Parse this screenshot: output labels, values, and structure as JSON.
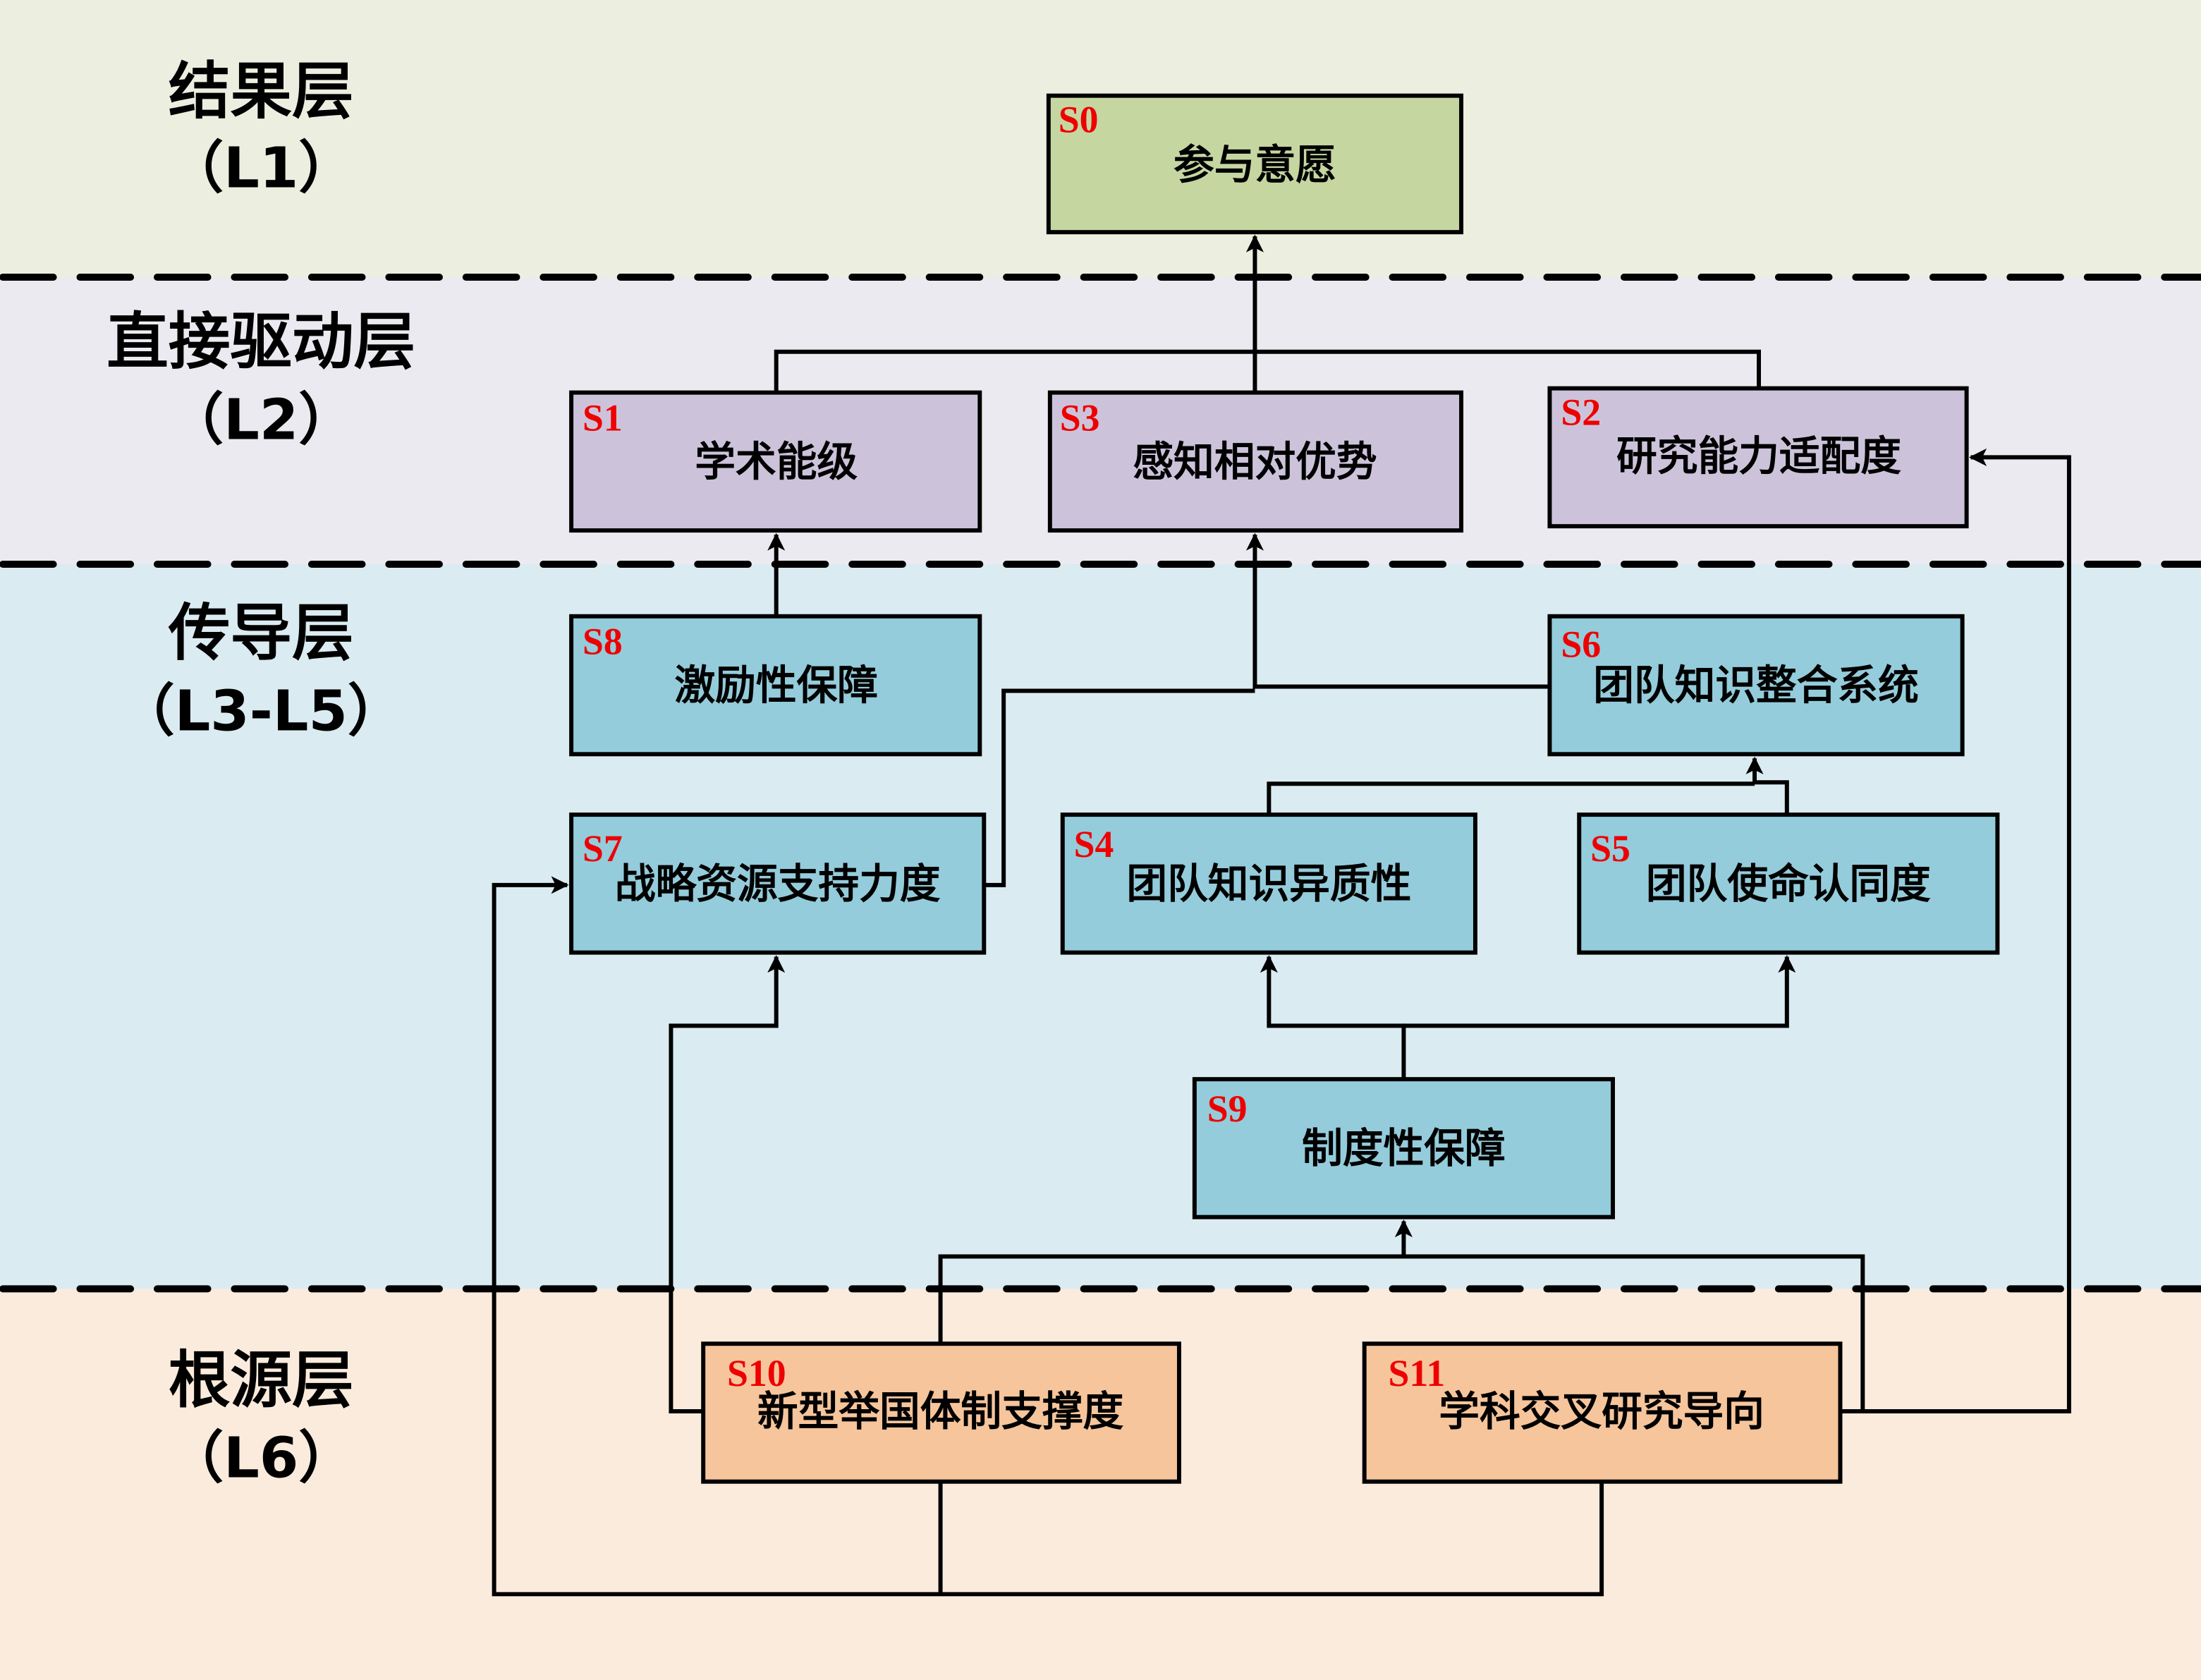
{
  "title": "参与意愿影响因素层级结构图",
  "colors": {
    "band_l1": "#ecefe0",
    "band_l2": "#eceaf1",
    "band_l3": "#dbebf2",
    "band_l6": "#fbebdd",
    "node_result": "#c5d6a1",
    "node_direct": "#ccc3db",
    "node_conduct": "#94ccdb",
    "node_root": "#f6c59c",
    "code_text": "#ee0000"
  },
  "layers": [
    {
      "id": "L1",
      "name": "结果层",
      "level": "（L1）"
    },
    {
      "id": "L2",
      "name": "直接驱动层",
      "level": "（L2）"
    },
    {
      "id": "L3-L5",
      "name": "传导层",
      "level": "（L3-L5）"
    },
    {
      "id": "L6",
      "name": "根源层",
      "level": "（L6）"
    }
  ],
  "nodes": {
    "S0": {
      "code": "S0",
      "label": "参与意愿",
      "layer": "L1"
    },
    "S1": {
      "code": "S1",
      "label": "学术能级",
      "layer": "L2"
    },
    "S2": {
      "code": "S2",
      "label": "研究能力适配度",
      "layer": "L2"
    },
    "S3": {
      "code": "S3",
      "label": "感知相对优势",
      "layer": "L2"
    },
    "S4": {
      "code": "S4",
      "label": "团队知识异质性",
      "layer": "L3-L5"
    },
    "S5": {
      "code": "S5",
      "label": "团队使命认同度",
      "layer": "L3-L5"
    },
    "S6": {
      "code": "S6",
      "label": "团队知识整合系统",
      "layer": "L3-L5"
    },
    "S7": {
      "code": "S7",
      "label": "战略资源支持力度",
      "layer": "L3-L5"
    },
    "S8": {
      "code": "S8",
      "label": "激励性保障",
      "layer": "L3-L5"
    },
    "S9": {
      "code": "S9",
      "label": "制度性保障",
      "layer": "L3-L5"
    },
    "S10": {
      "code": "S10",
      "label": "新型举国体制支撑度",
      "layer": "L6"
    },
    "S11": {
      "code": "S11",
      "label": "学科交叉研究导向",
      "layer": "L6"
    }
  },
  "edges": [
    {
      "from": "S1",
      "to": "S0"
    },
    {
      "from": "S2",
      "to": "S0"
    },
    {
      "from": "S3",
      "to": "S0"
    },
    {
      "from": "S8",
      "to": "S1"
    },
    {
      "from": "S6",
      "to": "S3"
    },
    {
      "from": "S7",
      "to": "S3"
    },
    {
      "from": "S4",
      "to": "S6"
    },
    {
      "from": "S5",
      "to": "S6"
    },
    {
      "from": "S9",
      "to": "S4"
    },
    {
      "from": "S9",
      "to": "S5"
    },
    {
      "from": "S10",
      "to": "S9"
    },
    {
      "from": "S11",
      "to": "S9"
    },
    {
      "from": "S10",
      "to": "S7"
    },
    {
      "from": "S10",
      "to": "S7",
      "via": "bottom-loop"
    },
    {
      "from": "S11",
      "to": "S7",
      "via": "bottom-loop"
    },
    {
      "from": "S11",
      "to": "S2"
    }
  ]
}
